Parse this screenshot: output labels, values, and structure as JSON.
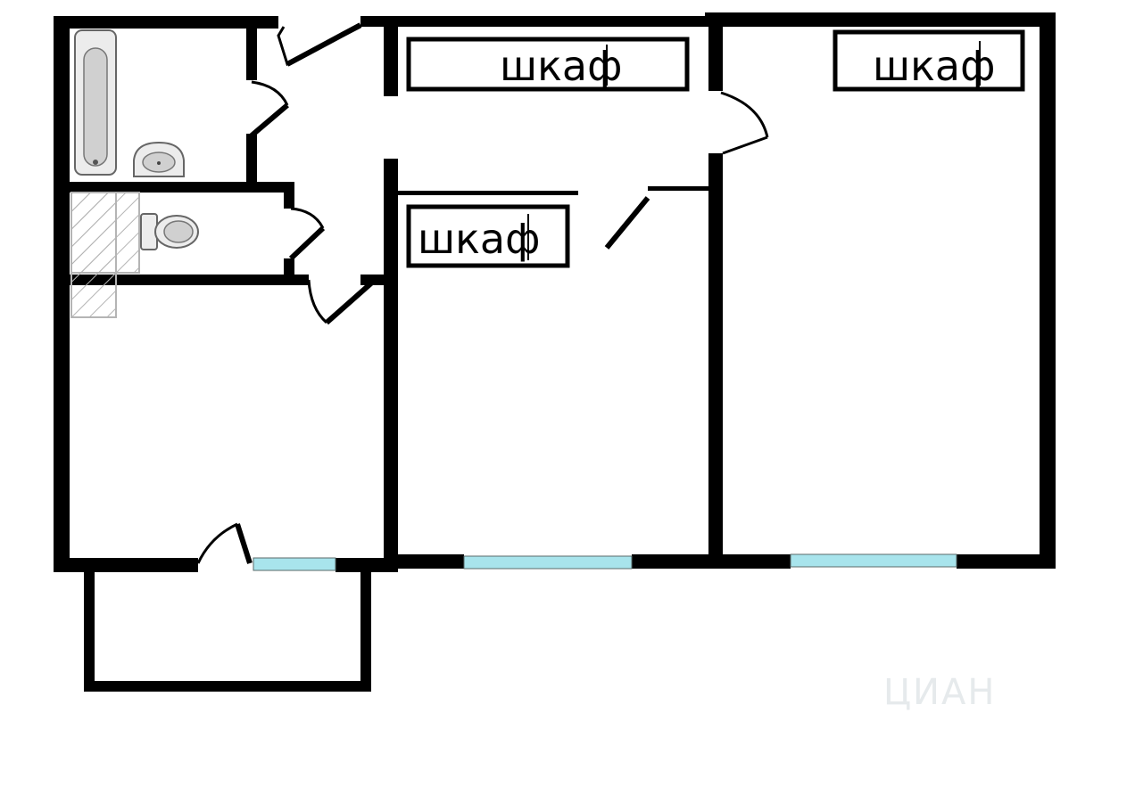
{
  "floor_plan": {
    "wardrobes": [
      {
        "label": "шкаф"
      },
      {
        "label": "шкаф"
      },
      {
        "label": "шкаф"
      }
    ],
    "colors": {
      "wall": "#000000",
      "window": "#a8e4ec",
      "window_frame": "#5a6a6a",
      "fixture": "#d0d0d0",
      "hatch": "#b4b4b4",
      "background": "#ffffff"
    },
    "watermark": "ЦИАН"
  }
}
